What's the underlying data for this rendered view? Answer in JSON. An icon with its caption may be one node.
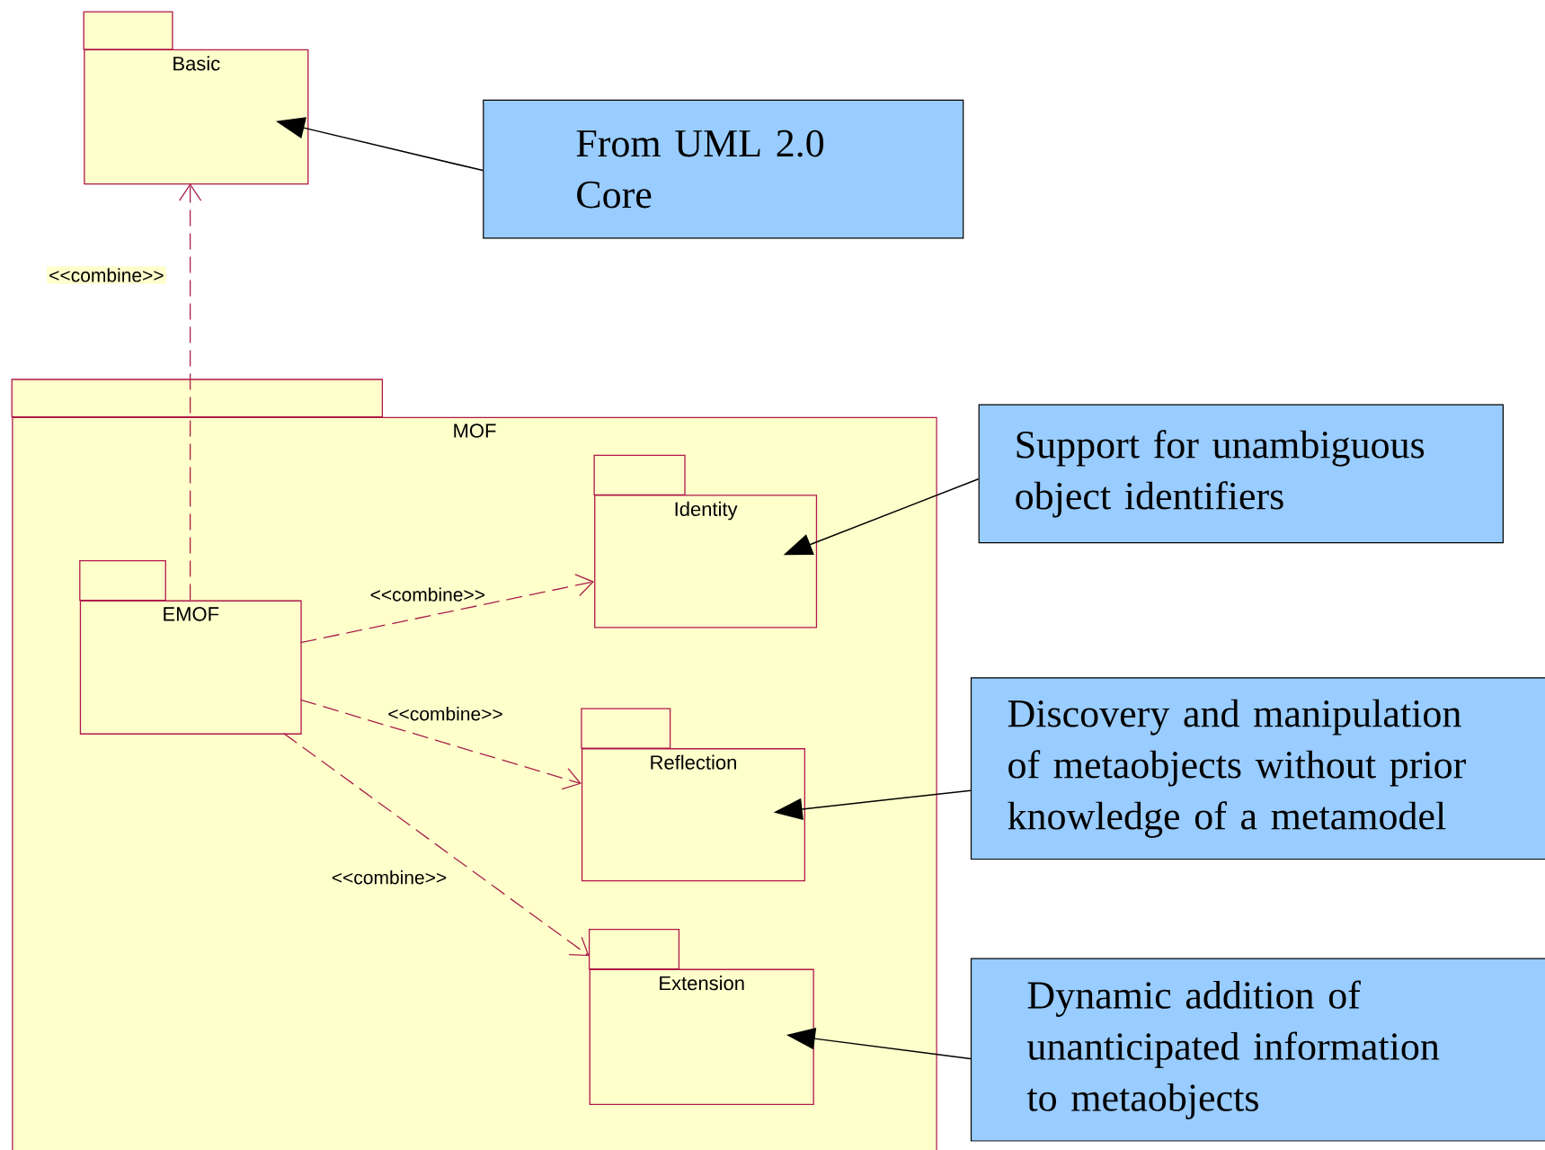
{
  "diagram": {
    "nodes": [
      {
        "text": [
          "Basic"
        ]
      },
      {
        "text": [
          "From UML 2.0 Core"
        ]
      },
      {
        "text": [
          "MOF"
        ]
      },
      {
        "text": [
          "EMOF"
        ],
        "in": 2
      },
      {
        "text": [
          "Identity"
        ],
        "in": 2
      },
      {
        "text": [
          "Reflection"
        ],
        "in": 2
      },
      {
        "text": [
          "Extension"
        ],
        "in": 2
      },
      {
        "text": [
          "Support for unambiguous object identifiers"
        ]
      },
      {
        "text": [
          "Discovery and manipulation of metaobjects without prior knowledge of a metamodel"
        ]
      },
      {
        "text": [
          "Dynamic addition of unanticipated information to metaobjects"
        ]
      }
    ],
    "edges": [
      {
        "from": 3,
        "to": 0,
        "arrow": "to",
        "label": "<<combine>>",
        "style": "dashed",
        "color": "#a8204a"
      },
      {
        "from": 3,
        "to": 4,
        "arrow": "to",
        "label": "<<combine>>",
        "style": "dashed",
        "color": "#a8204a"
      },
      {
        "from": 3,
        "to": 5,
        "arrow": "to",
        "label": "<<combine>>",
        "style": "dashed",
        "color": "#a8204a"
      },
      {
        "from": 3,
        "to": 6,
        "arrow": "to",
        "label": "<<combine>>",
        "style": "dashed",
        "color": "#a8204a"
      },
      {
        "from": 1,
        "to": 0,
        "arrow": "to",
        "color": "#000000"
      },
      {
        "from": 7,
        "to": 4,
        "arrow": "to",
        "color": "#000000"
      },
      {
        "from": 8,
        "to": 5,
        "arrow": "to",
        "color": "#000000"
      },
      {
        "from": 9,
        "to": 6,
        "arrow": "to",
        "color": "#000000"
      }
    ]
  }
}
